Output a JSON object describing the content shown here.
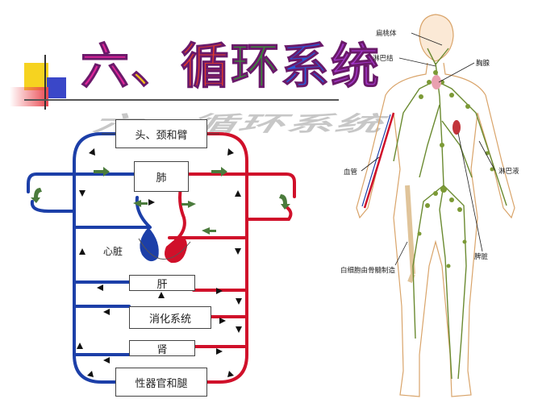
{
  "title": {
    "number": "六",
    "separator": "、",
    "chars": [
      "循",
      "环",
      "系",
      "统"
    ],
    "colors": [
      "#e0259a",
      "#f3c21a",
      "#e23a2a",
      "#3a8a3a",
      "#2a5ad8",
      "#a236c8"
    ]
  },
  "circulation": {
    "head": "头、颈和臂",
    "lung": "肺",
    "heart": "心脏",
    "liver": "肝",
    "digestive": "消化系统",
    "kidney": "肾",
    "lower": "性器官和腿"
  },
  "colors": {
    "artery": "#d0102a",
    "vein": "#1c3fa8",
    "arrow_black": "#111111",
    "arrow_green": "#4b7b3c",
    "lymph": "#6a8a30"
  },
  "lymph": {
    "tonsil": "扁桃体",
    "lymph_node": "淋巴结",
    "thymus": "胸腺",
    "vessel": "血管",
    "lymph_fluid": "淋巴液",
    "spleen": "脾脏",
    "marrow": "白细胞由骨髓制造"
  }
}
